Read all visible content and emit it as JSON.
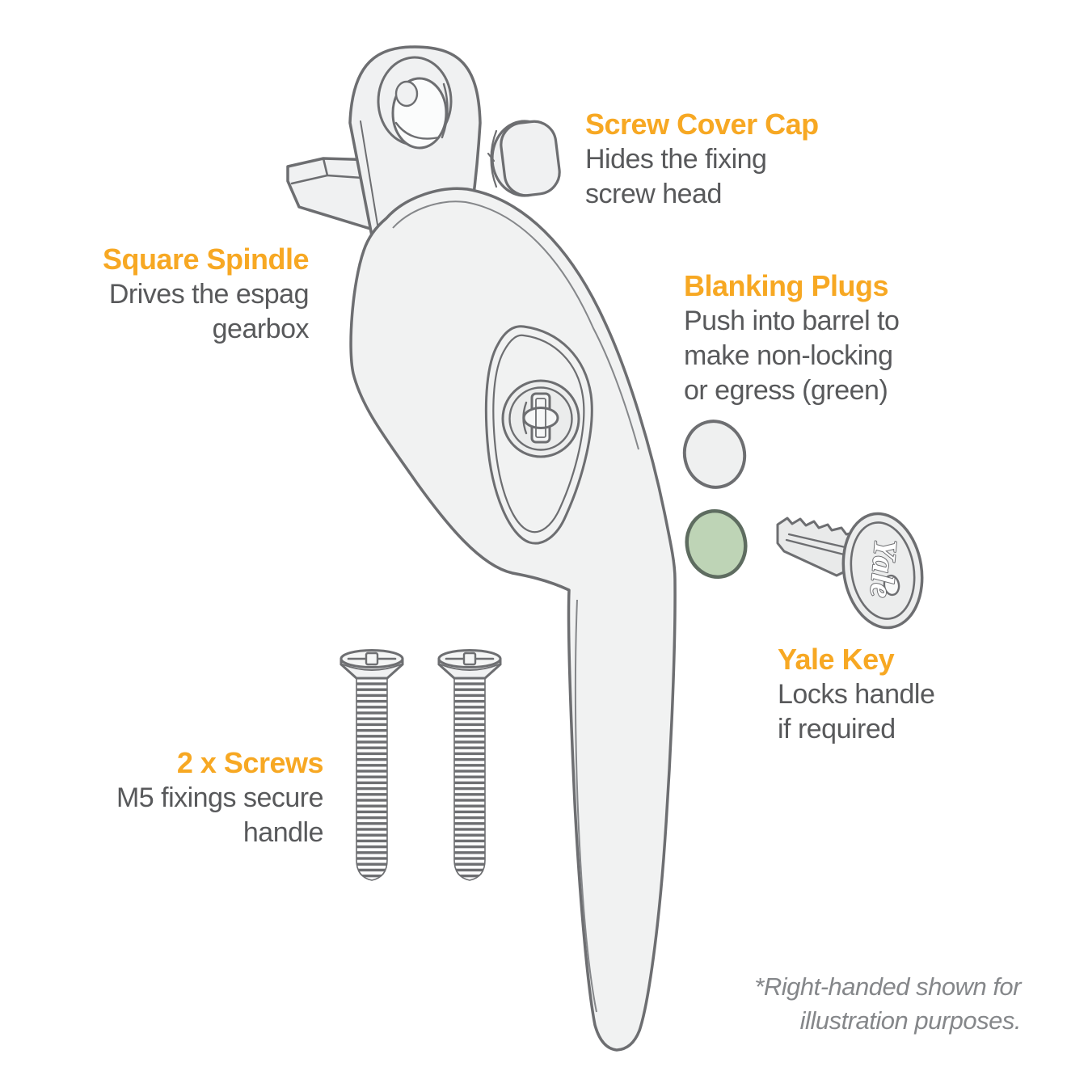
{
  "colors": {
    "accent_orange": "#F7A823",
    "body_text_gray": "#58595B",
    "outline_gray": "#6D6E71",
    "handle_fill": "#F1F2F2",
    "green_plug_fill": "#BED4B6",
    "footnote_gray": "#85878A"
  },
  "labels": {
    "screw_cover_cap": {
      "title": "Screw Cover Cap",
      "lines": [
        "Hides the fixing",
        "screw head"
      ]
    },
    "square_spindle": {
      "title": "Square Spindle",
      "lines": [
        "Drives the espag",
        "gearbox"
      ]
    },
    "blanking_plugs": {
      "title": "Blanking Plugs",
      "lines": [
        "Push into barrel to",
        "make non-locking",
        "or egress (green)"
      ]
    },
    "yale_key": {
      "title": "Yale Key",
      "lines": [
        "Locks handle",
        "if required"
      ]
    },
    "screws": {
      "title": "2 x Screws",
      "lines": [
        "M5 fixings secure",
        "handle"
      ]
    },
    "footnote": {
      "lines": [
        "*Right-handed shown for",
        "illustration purposes."
      ]
    }
  },
  "illustration": {
    "key_brand": "Yale"
  }
}
